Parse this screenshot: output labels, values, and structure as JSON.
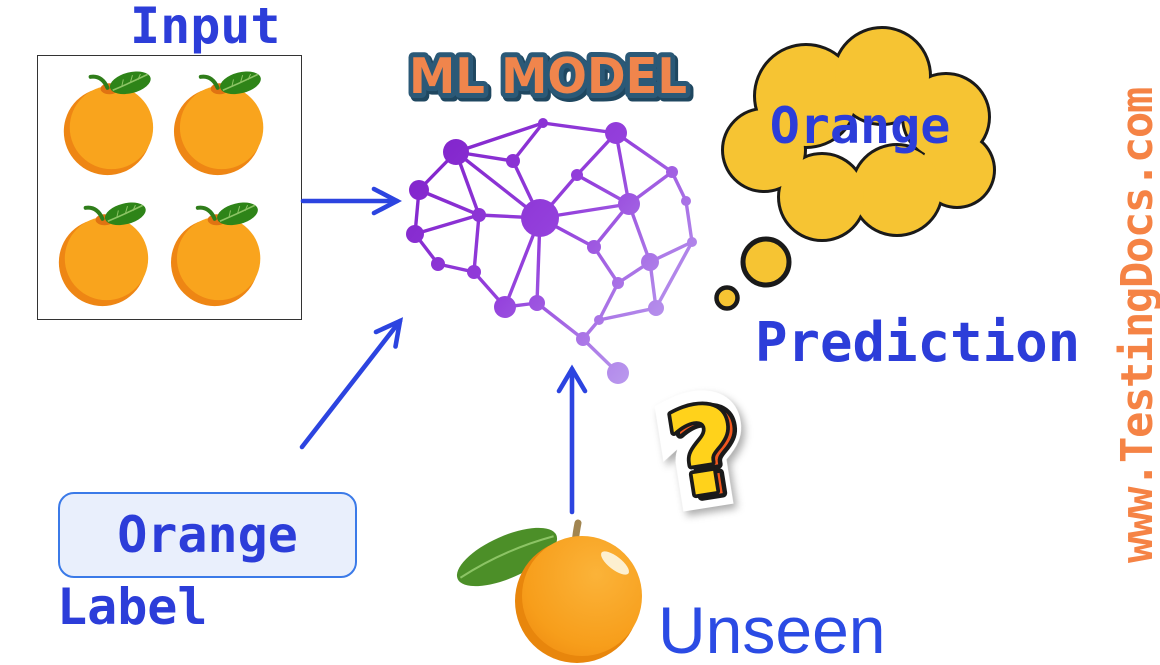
{
  "page": {
    "title": "Supervised machine learning diagram",
    "background": "#ffffff"
  },
  "labels": {
    "input": "Input",
    "ml_model": "ML MODEL",
    "prediction_value": "Orange",
    "prediction": "Prediction",
    "label_value": "Orange",
    "label": "Label",
    "unseen": "Unseen",
    "question_mark": "?",
    "watermark": "www.TestingDocs.com"
  },
  "input": {
    "orange_count": 4
  },
  "icons": {
    "input_images": "orange-fruit-icon",
    "model": "neural-network-brain-icon",
    "prediction_bubble": "thought-bubble-icon",
    "uncertainty": "question-mark-sticker-icon",
    "unseen_sample": "orange-fruit-icon",
    "flow": "blue-arrow-icon"
  },
  "colors": {
    "text_blue": "#2C3DD9",
    "unseen_blue": "#2B4BE4",
    "arrow_blue": "#2C44E0",
    "ml_model_fill": "#F0854C",
    "ml_model_outline": "#2B5977",
    "bubble_yellow": "#F6C433",
    "bubble_outline": "#1A1A1A",
    "watermark_orange": "#F58345",
    "label_box_fill": "#E9EFFC",
    "label_box_border": "#3B7AE8",
    "orange_body_light": "#F9A41D",
    "orange_body_dark": "#EE8614",
    "leaf_green": "#2E8418",
    "brain_purple_dark": "#7E1EC8",
    "brain_purple_light": "#C9BEF5",
    "question_yellow": "#FFD21B",
    "question_red": "#F1581F"
  }
}
